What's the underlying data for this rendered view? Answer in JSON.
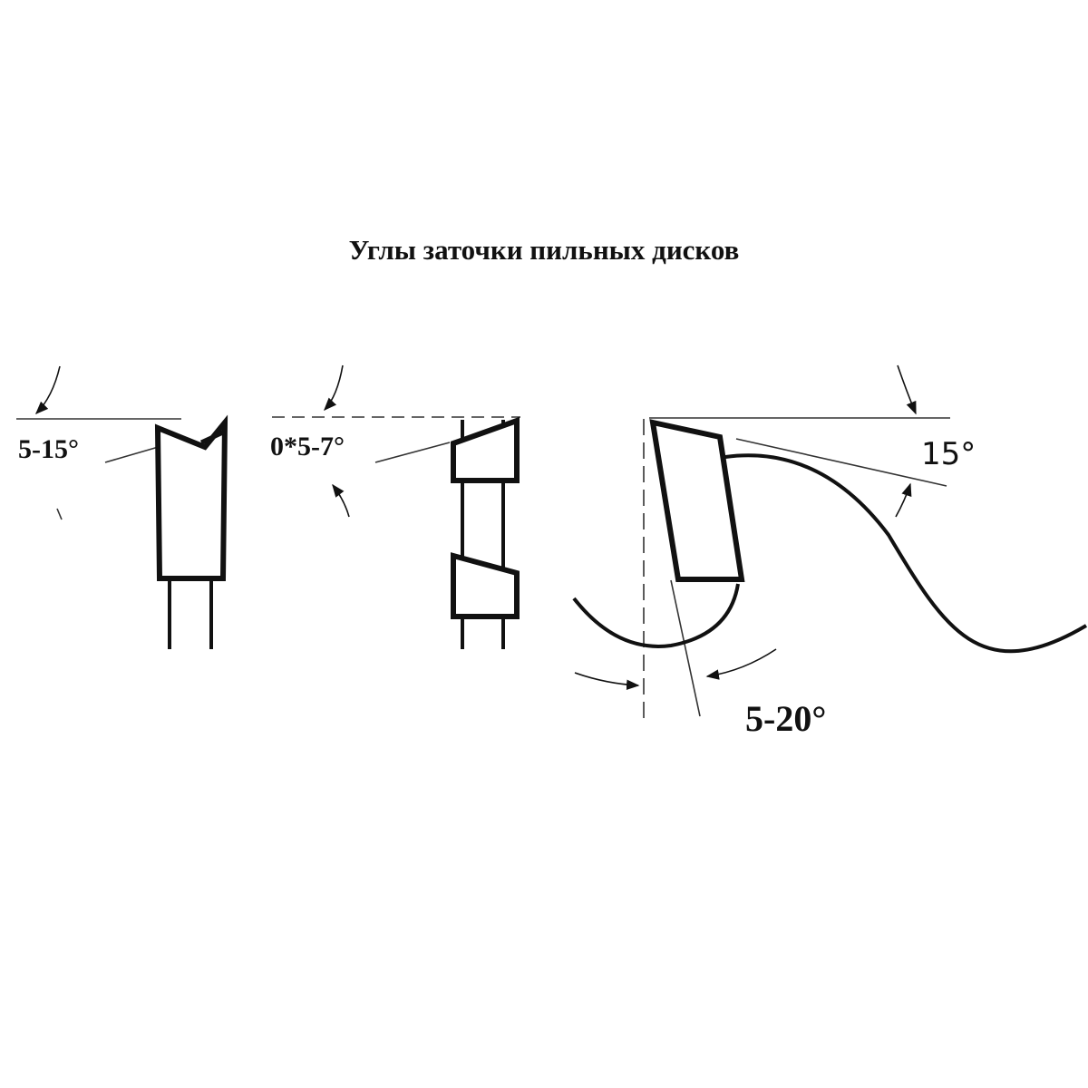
{
  "title": "Углы заточки пильных дисков",
  "angles": {
    "clearance_top_bevel": "5-15°",
    "alternate_top_bevel": "0*5-7°",
    "hook_angle": "15°",
    "rake_angle": "5-20°"
  },
  "colors": {
    "line": "#111111",
    "thin_line": "#333333",
    "background": "#ffffff"
  }
}
